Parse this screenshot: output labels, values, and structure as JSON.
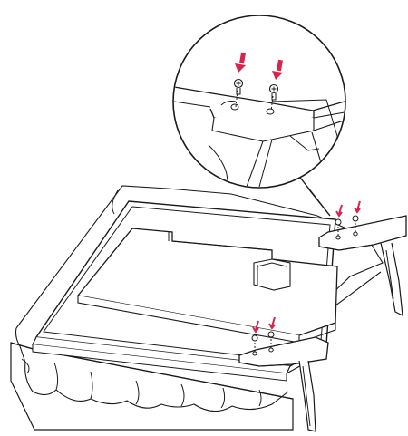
{
  "colors": {
    "line": "#1a1a1a",
    "background": "#ffffff",
    "arrow": "#d6244d",
    "panel_shade": "#f2f2f2"
  },
  "diagram": {
    "screw_count": 4,
    "callout_screw_count": 2,
    "stand_count": 2
  }
}
